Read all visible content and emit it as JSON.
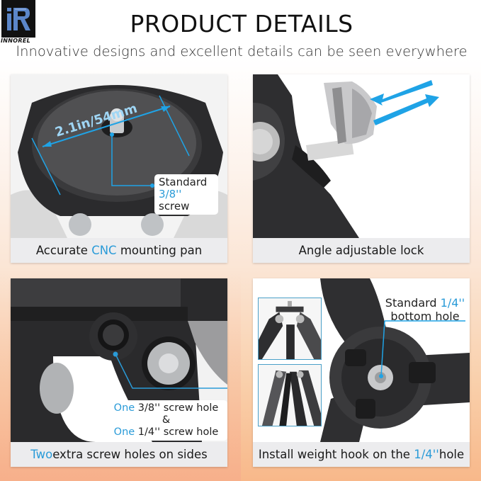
{
  "brand": {
    "logo_text": "INNOREL",
    "logo_mark": "iR"
  },
  "header": {
    "title": "PRODUCT DETAILS",
    "subtitle": "Innovative designs and excellent details can be seen everywhere"
  },
  "colors": {
    "accent": "#2a9bd8",
    "arrow_blue": "#1fa3e6",
    "caption_bg": "#ececee",
    "text": "#1a1a1a"
  },
  "panels": [
    {
      "id": "mounting-pan",
      "measurement": "2.1in/54mm",
      "callout": {
        "line1": "Standard",
        "line2_accent": "3/8''",
        "line2_rest": " screw"
      },
      "caption": {
        "before": "Accurate ",
        "accent": "CNC",
        "after": " mounting pan"
      }
    },
    {
      "id": "angle-lock",
      "caption": {
        "before": "Angle adjustable lock",
        "accent": "",
        "after": ""
      }
    },
    {
      "id": "screw-holes",
      "callout": {
        "line1_accent": "One",
        "line1_rest": " 3/8'' screw hole",
        "line2": "&",
        "line3_accent": "One",
        "line3_rest": " 1/4'' screw hole"
      },
      "caption": {
        "before": "",
        "accent": "Two",
        "after": " extra screw holes on sides"
      }
    },
    {
      "id": "weight-hook",
      "callout": {
        "line1_before": "Standard ",
        "line1_accent": "1/4''",
        "line2": "bottom hole"
      },
      "caption": {
        "before": "Install weight hook on the ",
        "accent": "1/4''",
        "after": " hole"
      }
    }
  ]
}
